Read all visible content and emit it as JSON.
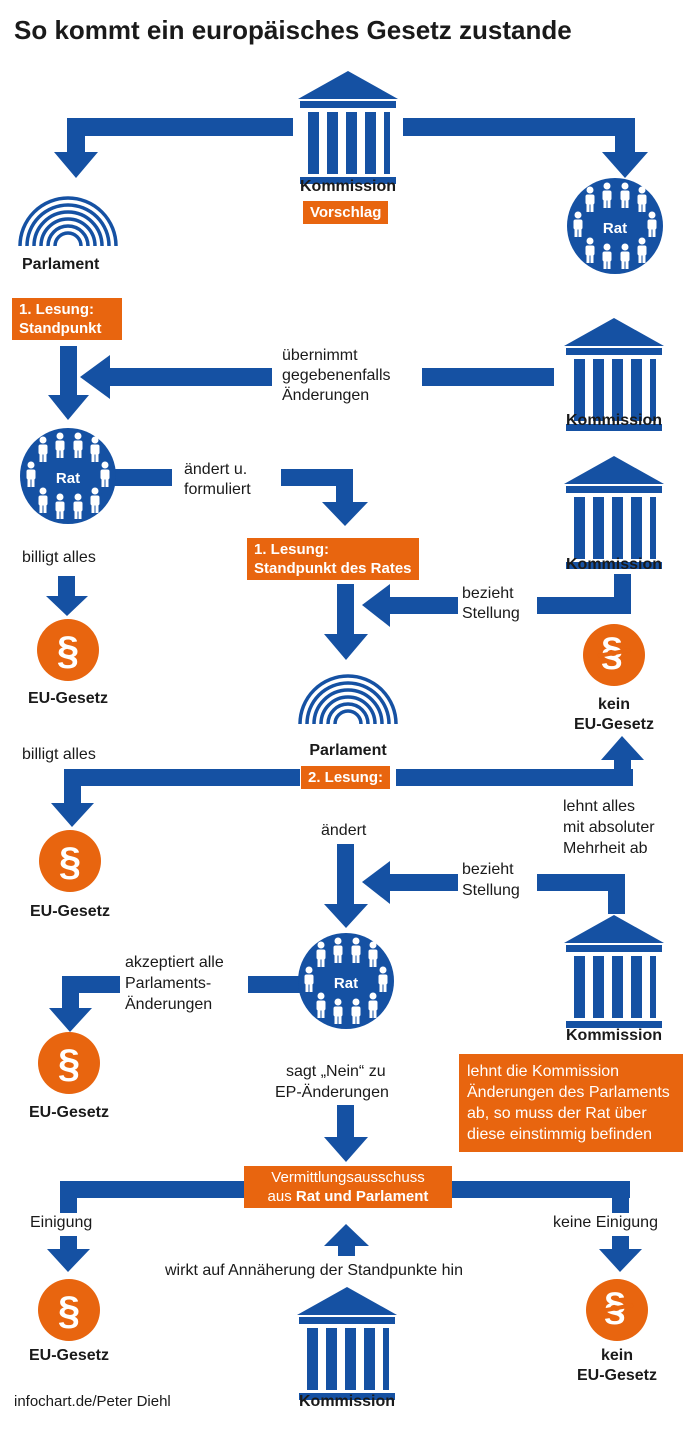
{
  "title": "So kommt ein europäisches Gesetz zustande",
  "labels": {
    "kommission": "Kommission",
    "parlament": "Parlament",
    "rat": "Rat",
    "eu_gesetz": "EU-Gesetz",
    "kein": "kein",
    "section_sign": "§"
  },
  "steps": {
    "vorschlag": "Vorschlag",
    "lesung1_line1": "1. Lesung:",
    "lesung1_line2": "Standpunkt",
    "uebernimmt_1": "übernimmt",
    "uebernimmt_2": "gegebenenfalls",
    "uebernimmt_3": "Änderungen",
    "aendert_u_1": "ändert u.",
    "aendert_u_2": "formuliert",
    "billigt_alles": "billigt alles",
    "rat_lesung_line1": "1. Lesung:",
    "rat_lesung_line2": "Standpunkt des Rates",
    "bezieht": "bezieht",
    "stellung": "Stellung",
    "lesung2": "2. Lesung:",
    "aendert": "ändert",
    "lehnt_1": "lehnt alles",
    "lehnt_2": "mit absoluter",
    "lehnt_3": "Mehrheit ab",
    "akzeptiert_1": "akzeptiert alle",
    "akzeptiert_2": "Parlaments-",
    "akzeptiert_3": "Änderungen",
    "sagt_nein_1": "sagt „Nein“ zu",
    "sagt_nein_2": "EP-Änderungen",
    "note": "lehnt die Kommission Änderungen des Parlaments ab, so muss der Rat über diese einstimmig befinden",
    "vermittlung_line1": "Vermittlungsausschuss",
    "vermittlung_line2_a": "aus ",
    "vermittlung_line2_b": "Rat und Parlament",
    "einigung": "Einigung",
    "keine_einigung": "keine Einigung",
    "wirkt": "wirkt auf Annäherung der Standpunkte hin"
  },
  "credit": "infochart.de/Peter Diehl",
  "colors": {
    "blue": "#1551a3",
    "orange": "#e8650f",
    "text": "#1a1a1a"
  },
  "icons": [
    "building-icon",
    "hemicycle-icon",
    "council-people-icon",
    "paragraph-icon",
    "broken-paragraph-icon"
  ]
}
